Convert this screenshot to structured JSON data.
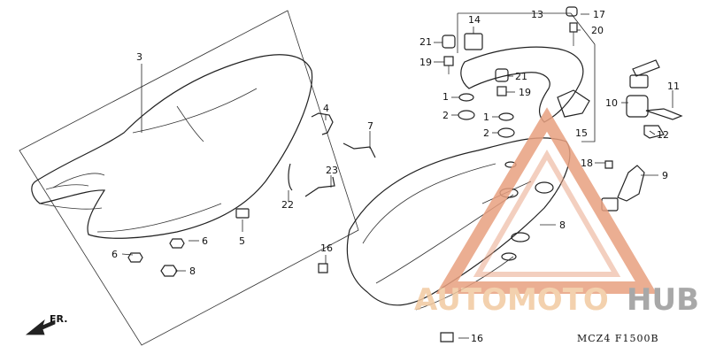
{
  "diagram": {
    "callouts": {
      "c1a": "1",
      "c1b": "1",
      "c2a": "2",
      "c2b": "2",
      "c3": "3",
      "c4": "4",
      "c5": "5",
      "c6a": "6",
      "c6b": "6",
      "c7": "7",
      "c8a": "8",
      "c8b": "8",
      "c9": "9",
      "c10": "10",
      "c11": "11",
      "c12": "12",
      "c13": "13",
      "c14": "14",
      "c15": "15",
      "c16a": "16",
      "c16b": "16",
      "c17": "17",
      "c18": "18",
      "c19a": "19",
      "c19b": "19",
      "c20": "20",
      "c21a": "21",
      "c21b": "21",
      "c22": "22",
      "c23": "23"
    },
    "front_label": "FR.",
    "diagram_code": "MCZ4  F1500B"
  },
  "watermark": {
    "brand_part1": "AUTOMOTO",
    "brand_part2": "HUB",
    "color_primary": "#f2c9a0",
    "color_secondary": "#e8a080",
    "color_hub": "#9a9a9a"
  }
}
